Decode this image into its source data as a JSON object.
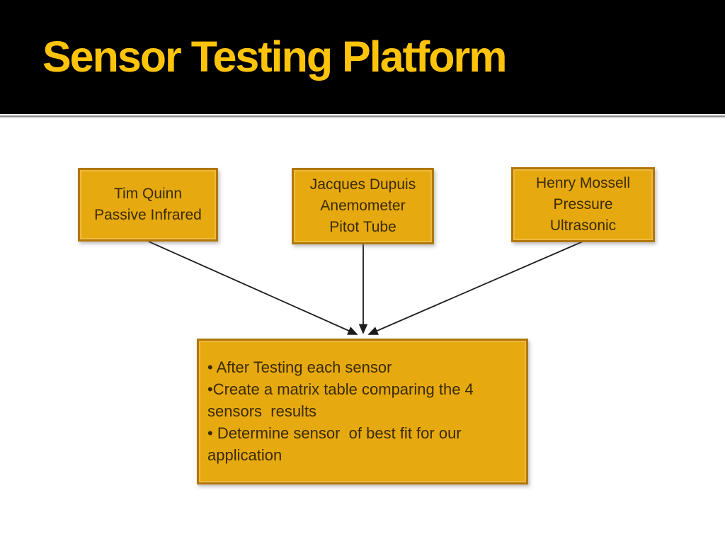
{
  "slide": {
    "title": "Sensor Testing Platform"
  },
  "colors": {
    "header_bg": "#000000",
    "title_text": "#FFC40A",
    "box_fill": "#E6A90F",
    "box_border": "#B1770B",
    "box_inner_line": "#EDB93F",
    "box_text": "#3B2B03",
    "arrow": "#1C1C1C",
    "divider_dark": "#8F8F8F",
    "divider_light": "#D6D6D6"
  },
  "sensor_boxes": [
    {
      "lines": [
        "Tim Quinn",
        "Passive Infrared"
      ]
    },
    {
      "lines": [
        "Jacques Dupuis",
        "Anemometer",
        "Pitot Tube"
      ]
    },
    {
      "lines": [
        "Henry Mossell",
        "Pressure",
        "Ultrasonic"
      ]
    }
  ],
  "summary_box": {
    "bullets": [
      "• After Testing each sensor",
      "•Create a matrix table comparing the 4 sensors  results",
      "• Determine sensor  of best fit for our application"
    ]
  }
}
